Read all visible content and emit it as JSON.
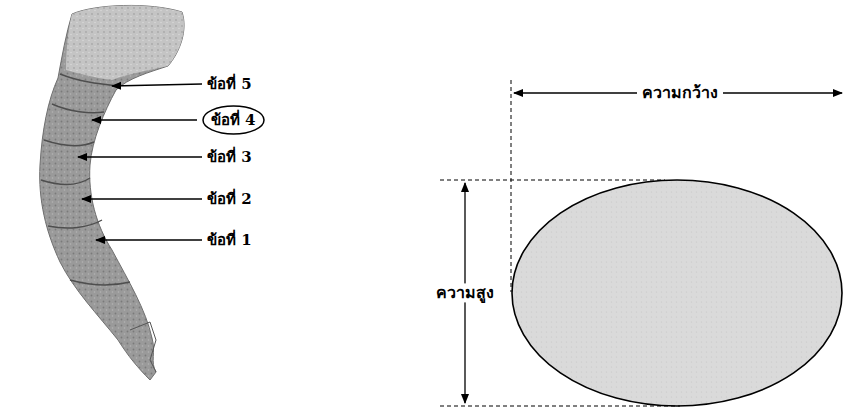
{
  "diagram": {
    "nodes": [
      {
        "text": [
          "ข้อที่ 4"
        ]
      }
    ],
    "labels": [
      "ข้อที่ 5",
      "ข้อที่ 3",
      "ข้อที่ 2",
      "ข้อที่ 1",
      "ความกว้าง",
      "ความสูง"
    ]
  }
}
